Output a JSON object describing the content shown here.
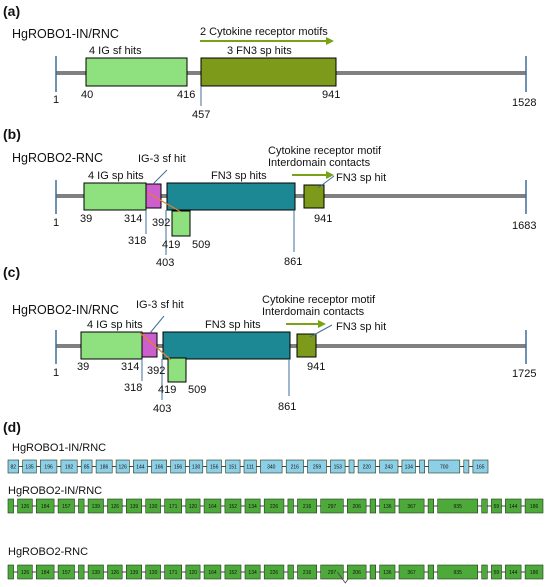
{
  "panels": {
    "a": {
      "label": "(a)",
      "title": "HgROBO1-IN/RNC",
      "ticks": [
        "1",
        "40",
        "416",
        "457",
        "941",
        "1528"
      ],
      "domains": [
        "4 IG sf hits",
        "3 FN3 sp hits"
      ],
      "annotations": [
        "2 Cytokine receptor motifs"
      ]
    },
    "b": {
      "label": "(b)",
      "title": "HgROBO2-RNC",
      "ticks": [
        "1",
        "39",
        "314",
        "318",
        "392",
        "403",
        "419",
        "509",
        "861",
        "941",
        "1683"
      ],
      "domains": [
        "4 IG sp hits",
        "IG-3 sf hit",
        "FN3 sp hits",
        "FN3 sp hit"
      ],
      "annotations": [
        "Cytokine receptor motif",
        "Interdomain contacts"
      ]
    },
    "c": {
      "label": "(c)",
      "title": "HgROBO2-IN/RNC",
      "ticks": [
        "1",
        "39",
        "314",
        "318",
        "392",
        "403",
        "419",
        "509",
        "861",
        "941",
        "1725"
      ],
      "domains": [
        "4 IG sp hits",
        "IG-3 sf hit",
        "FN3 sp hits",
        "FN3 sp hit"
      ],
      "annotations": [
        "Cytokine receptor motif",
        "Interdomain contacts"
      ]
    },
    "d": {
      "label": "(d)",
      "tracks": [
        {
          "title": "HgROBO1-IN/RNC",
          "color": "#8ecfe8",
          "exons": [
            "82",
            "135",
            "196",
            "192",
            "85",
            "186",
            "126",
            "144",
            "166",
            "156",
            "130",
            "156",
            "151",
            "111",
            "340",
            "216",
            "259",
            "153",
            "",
            "220",
            "243",
            "134",
            "",
            "700",
            "",
            "165"
          ]
        },
        {
          "title": "HgROBO2-IN/RNC",
          "color": "#4daa3a",
          "exons": [
            "",
            "126",
            "184",
            "157",
            "",
            "139",
            "126",
            "139",
            "130",
            "171",
            "120",
            "164",
            "152",
            "134",
            "226",
            "",
            "216",
            "297",
            "206",
            "",
            "136",
            "367",
            "",
            "935",
            "",
            "59",
            "144",
            "186"
          ]
        },
        {
          "title": "HgROBO2-RNC",
          "color": "#4daa3a",
          "exons": [
            "",
            "126",
            "184",
            "157",
            "",
            "139",
            "126",
            "139",
            "130",
            "171",
            "120",
            "164",
            "152",
            "134",
            "226",
            "",
            "216",
            "297",
            "206",
            "",
            "136",
            "367",
            "",
            "935",
            "",
            "59",
            "144",
            "186"
          ]
        }
      ]
    }
  },
  "colors": {
    "backbone": "#808080",
    "boundary": "#3d6f99",
    "ig": "#8fe07e",
    "ig3": "#cc5fcc",
    "fn3": "#1b8894",
    "motif": "#7d9a1a",
    "arrow": "#79a314",
    "orange": "#e08030"
  }
}
